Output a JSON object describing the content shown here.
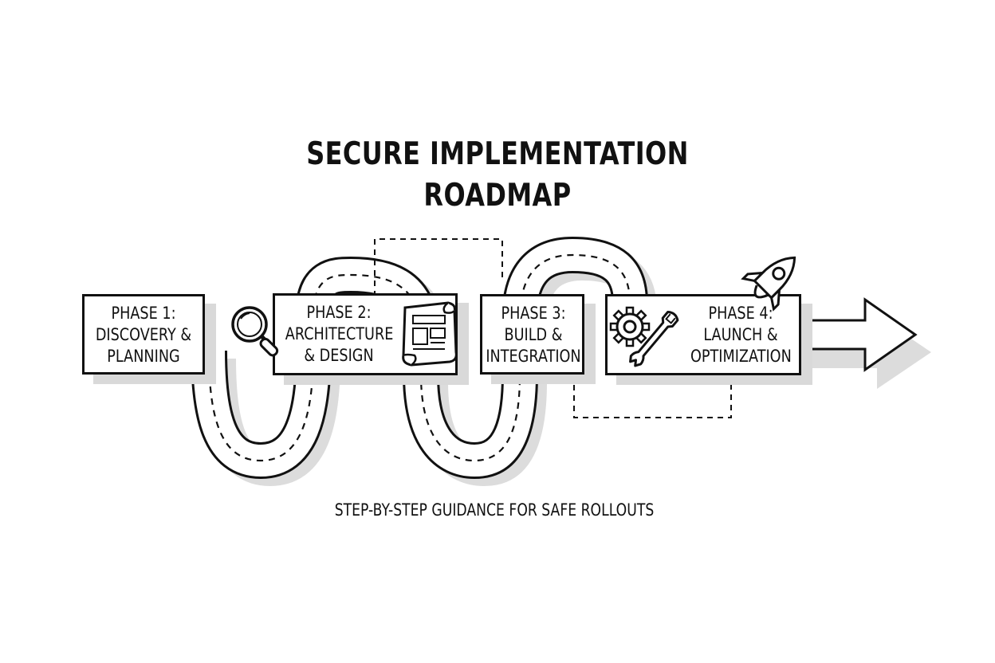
{
  "title": {
    "line1": "SECURE IMPLEMENTATION",
    "line2": "ROADMAP"
  },
  "phases": [
    {
      "lines": [
        "PHASE 1:",
        "DISCOVERY &",
        "PLANNING"
      ]
    },
    {
      "lines": [
        "PHASE 2:",
        "ARCHITECTURE",
        "& DESIGN"
      ],
      "icons": [
        "magnifying-glass-icon",
        "blueprint-icon"
      ]
    },
    {
      "lines": [
        "PHASE 3:",
        "BUILD &",
        "INTEGRATION"
      ]
    },
    {
      "lines": [
        "PHASE 4:",
        "LAUNCH &",
        "OPTIMIZATION"
      ],
      "icons": [
        "gear-icon",
        "wrench-icon",
        "rocket-icon"
      ]
    }
  ],
  "subtitle": "STEP-BY-STEP GUIDANCE FOR SAFE ROLLOUTS"
}
